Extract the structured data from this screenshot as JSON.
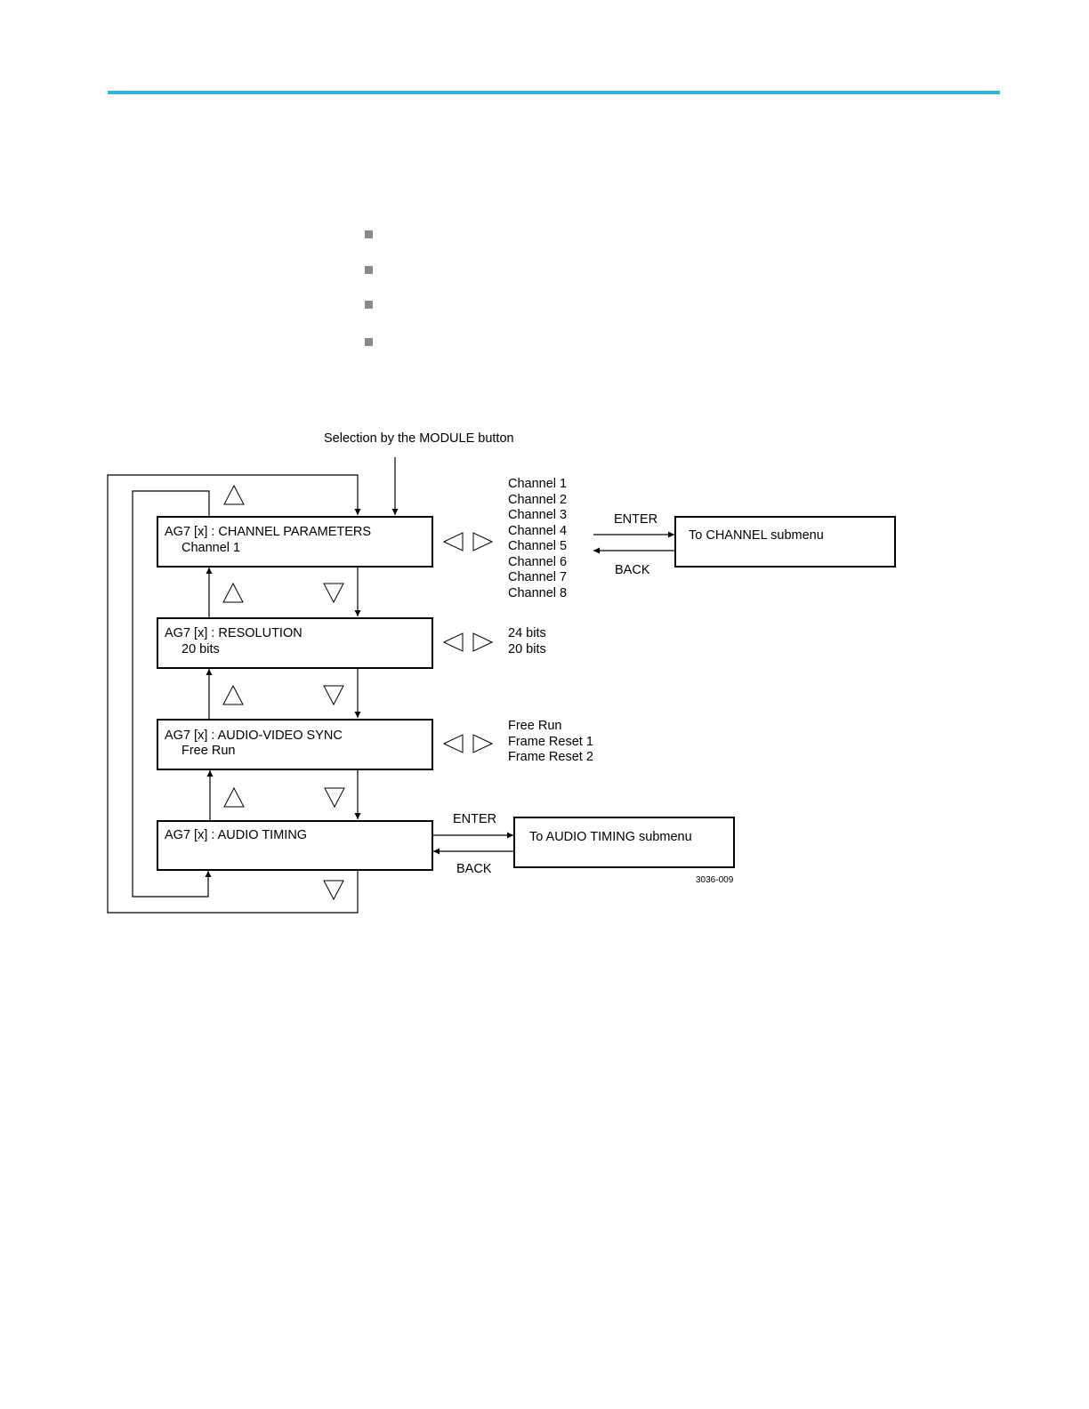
{
  "accent_color": "#2fb3d9",
  "bullet_color": "#8a8a8a",
  "bullet_count": 4,
  "diagram": {
    "top_label": "Selection by the MODULE button",
    "menus": [
      {
        "title": "AG7 [x] : CHANNEL PARAMETERS",
        "value": "Channel 1",
        "options": [
          "Channel 1",
          "Channel 2",
          "Channel 3",
          "Channel 4",
          "Channel 5",
          "Channel 6",
          "Channel 7",
          "Channel 8"
        ]
      },
      {
        "title": "AG7 [x] : RESOLUTION",
        "value": "20 bits",
        "options": [
          "24 bits",
          "20 bits"
        ]
      },
      {
        "title": "AG7 [x] : AUDIO-VIDEO SYNC",
        "value": "Free Run",
        "options": [
          "Free Run",
          "Frame Reset 1",
          "Frame Reset 2"
        ]
      },
      {
        "title": "AG7 [x] : AUDIO TIMING",
        "value": "",
        "options": []
      }
    ],
    "submenus": [
      {
        "label": "To CHANNEL submenu",
        "enter": "ENTER",
        "back": "BACK"
      },
      {
        "label": "To AUDIO TIMING submenu",
        "enter": "ENTER",
        "back": "BACK"
      }
    ],
    "figure_id": "3036-009"
  }
}
